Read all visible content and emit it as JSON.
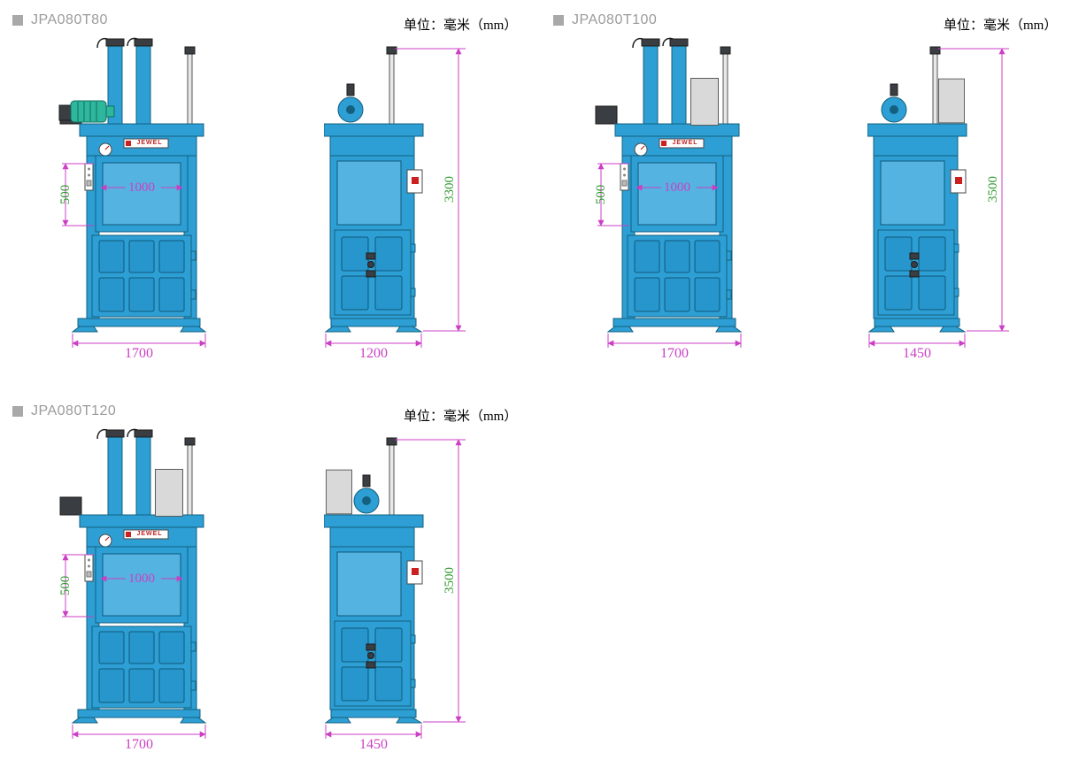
{
  "brand": "JEWEL",
  "colors": {
    "machine_blue": "#2d9fd4",
    "motor_teal": "#2fb79e",
    "accent_red": "#cc1f1f",
    "dim_magenta": "#cc3fc4",
    "dim_green": "#2e9b2e",
    "header_gray": "#9b9b9b"
  },
  "sections": [
    {
      "model": "JPA080T80",
      "unit_label": "单位：毫米（mm）",
      "front": {
        "opening_width": "1000",
        "feed_height": "500",
        "overall_width": "1700"
      },
      "side": {
        "overall_height": "3300",
        "overall_depth": "1200"
      }
    },
    {
      "model": "JPA080T100",
      "unit_label": "单位：毫米（mm）",
      "front": {
        "opening_width": "1000",
        "feed_height": "500",
        "overall_width": "1700"
      },
      "side": {
        "overall_height": "3500",
        "overall_depth": "1450"
      }
    },
    {
      "model": "JPA080T120",
      "unit_label": "单位：毫米（mm）",
      "front": {
        "opening_width": "1000",
        "feed_height": "500",
        "overall_width": "1700"
      },
      "side": {
        "overall_height": "3500",
        "overall_depth": "1450"
      }
    }
  ]
}
